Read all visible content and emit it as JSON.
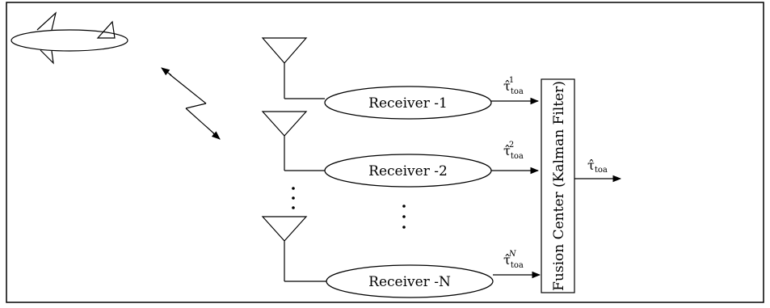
{
  "receivers": [
    {
      "label": "Receiver -1",
      "estimate": {
        "symbol": "τ̂",
        "sub": "toa",
        "sup": "1"
      }
    },
    {
      "label": "Receiver -2",
      "estimate": {
        "symbol": "τ̂",
        "sub": "toa",
        "sup": "2"
      }
    },
    {
      "label": "Receiver -N",
      "estimate": {
        "symbol": "τ̂",
        "sub": "toa",
        "sup": "N"
      }
    }
  ],
  "fusion_center": {
    "label": "Fusion Center (Kalman Filter)"
  },
  "output": {
    "symbol": "τ̂",
    "sub": "toa"
  },
  "ellipsis": "⋮"
}
